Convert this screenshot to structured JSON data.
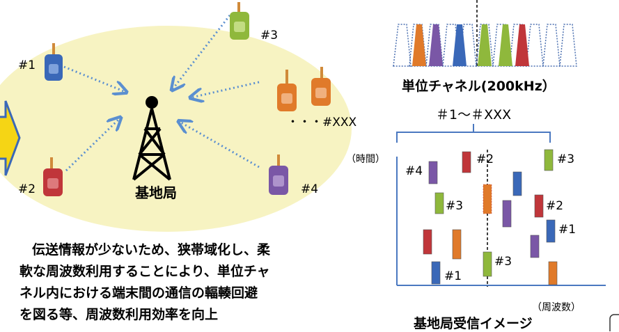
{
  "left_panel": {
    "devices": [
      {
        "label": "#1",
        "color": "#3a68b8"
      },
      {
        "label": "#2",
        "color": "#c0363a"
      },
      {
        "label": "#3",
        "color": "#8fb83c"
      },
      {
        "label": "#4",
        "color": "#7a57a6"
      },
      {
        "label": "・・・#XXX",
        "color": "#e07a2a"
      }
    ],
    "base_station_label": "基地局",
    "ellipse_color": "#f7f3c2",
    "arrow_color": "#5b8fd0"
  },
  "description": {
    "lines": [
      "伝送情報が少ないため、狭帯域化し、柔",
      "軟な周波数利用することにより、単位チャ",
      "ネル内における端末間の通信の輻輳回避",
      "を図る等、周波数利用効率を向上"
    ]
  },
  "right_panel": {
    "channel_title": "単位チャネル(200kHz）",
    "channel_range": "＃1～＃XXX",
    "time_axis_label": "（時間）",
    "freq_axis_label": "（周波数）",
    "caption": "基地局受信イメージ",
    "slot_labels": [
      "#4",
      "#2",
      "#3",
      "#3",
      "#2",
      "#1",
      "#3",
      "#1"
    ],
    "palette": {
      "blue": "#3a68b8",
      "red": "#c0363a",
      "green": "#8fb83c",
      "purple": "#7a57a6",
      "orange": "#e07a2a"
    }
  }
}
